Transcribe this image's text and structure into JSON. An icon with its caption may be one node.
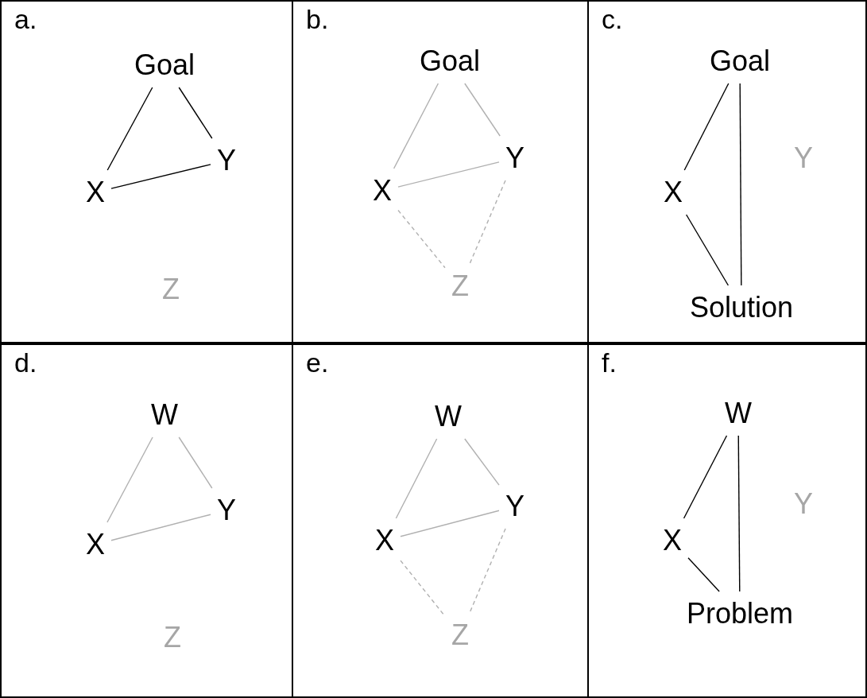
{
  "diagram": {
    "nodes": [
      {
        "text": [
          "a."
        ]
      },
      {
        "text": [
          "Goal"
        ],
        "in": 0
      },
      {
        "text": [
          "X"
        ],
        "in": 0
      },
      {
        "text": [
          "Y"
        ],
        "in": 0
      },
      {
        "text": [
          "Z"
        ],
        "in": 0
      },
      {
        "text": [
          "b."
        ]
      },
      {
        "text": [
          "Goal"
        ],
        "in": 5
      },
      {
        "text": [
          "X"
        ],
        "in": 5
      },
      {
        "text": [
          "Y"
        ],
        "in": 5
      },
      {
        "text": [
          "Z"
        ],
        "in": 5
      },
      {
        "text": [
          "c."
        ]
      },
      {
        "text": [
          "Goal"
        ],
        "in": 10
      },
      {
        "text": [
          "X"
        ],
        "in": 10
      },
      {
        "text": [
          "Y"
        ],
        "in": 10
      },
      {
        "text": [
          "Solution"
        ],
        "in": 10
      },
      {
        "text": [
          "d."
        ]
      },
      {
        "text": [
          "W"
        ],
        "in": 15
      },
      {
        "text": [
          "X"
        ],
        "in": 15
      },
      {
        "text": [
          "Y"
        ],
        "in": 15
      },
      {
        "text": [
          "Z"
        ],
        "in": 15
      },
      {
        "text": [
          "e."
        ]
      },
      {
        "text": [
          "W"
        ],
        "in": 20
      },
      {
        "text": [
          "X"
        ],
        "in": 20
      },
      {
        "text": [
          "Y"
        ],
        "in": 20
      },
      {
        "text": [
          "Z"
        ],
        "in": 20
      },
      {
        "text": [
          "f."
        ]
      },
      {
        "text": [
          "W"
        ],
        "in": 25
      },
      {
        "text": [
          "X"
        ],
        "in": 25
      },
      {
        "text": [
          "Y"
        ],
        "in": 25
      },
      {
        "text": [
          "Problem"
        ],
        "in": 25
      }
    ],
    "edges": [
      {
        "from": 1,
        "to": 2,
        "arrow": "none",
        "color": "#000000"
      },
      {
        "from": 1,
        "to": 3,
        "arrow": "none",
        "color": "#000000"
      },
      {
        "from": 2,
        "to": 3,
        "arrow": "none",
        "color": "#000000"
      },
      {
        "from": 6,
        "to": 7,
        "arrow": "none"
      },
      {
        "from": 6,
        "to": 8,
        "arrow": "none"
      },
      {
        "from": 7,
        "to": 8,
        "arrow": "none"
      },
      {
        "from": 7,
        "to": 9,
        "arrow": "none",
        "style": "dashed"
      },
      {
        "from": 8,
        "to": 9,
        "arrow": "none",
        "style": "dashed"
      },
      {
        "from": 11,
        "to": 12,
        "arrow": "none",
        "color": "#000000"
      },
      {
        "from": 11,
        "to": 14,
        "arrow": "none",
        "color": "#000000"
      },
      {
        "from": 12,
        "to": 14,
        "arrow": "none",
        "color": "#000000"
      },
      {
        "from": 16,
        "to": 17,
        "arrow": "none"
      },
      {
        "from": 16,
        "to": 18,
        "arrow": "none"
      },
      {
        "from": 17,
        "to": 18,
        "arrow": "none"
      },
      {
        "from": 21,
        "to": 22,
        "arrow": "none"
      },
      {
        "from": 21,
        "to": 23,
        "arrow": "none"
      },
      {
        "from": 22,
        "to": 23,
        "arrow": "none"
      },
      {
        "from": 22,
        "to": 24,
        "arrow": "none",
        "style": "dashed"
      },
      {
        "from": 23,
        "to": 24,
        "arrow": "none",
        "style": "dashed"
      },
      {
        "from": 26,
        "to": 27,
        "arrow": "none",
        "color": "#000000"
      },
      {
        "from": 26,
        "to": 29,
        "arrow": "none",
        "color": "#000000"
      },
      {
        "from": 27,
        "to": 29,
        "arrow": "none",
        "color": "#000000"
      }
    ]
  }
}
